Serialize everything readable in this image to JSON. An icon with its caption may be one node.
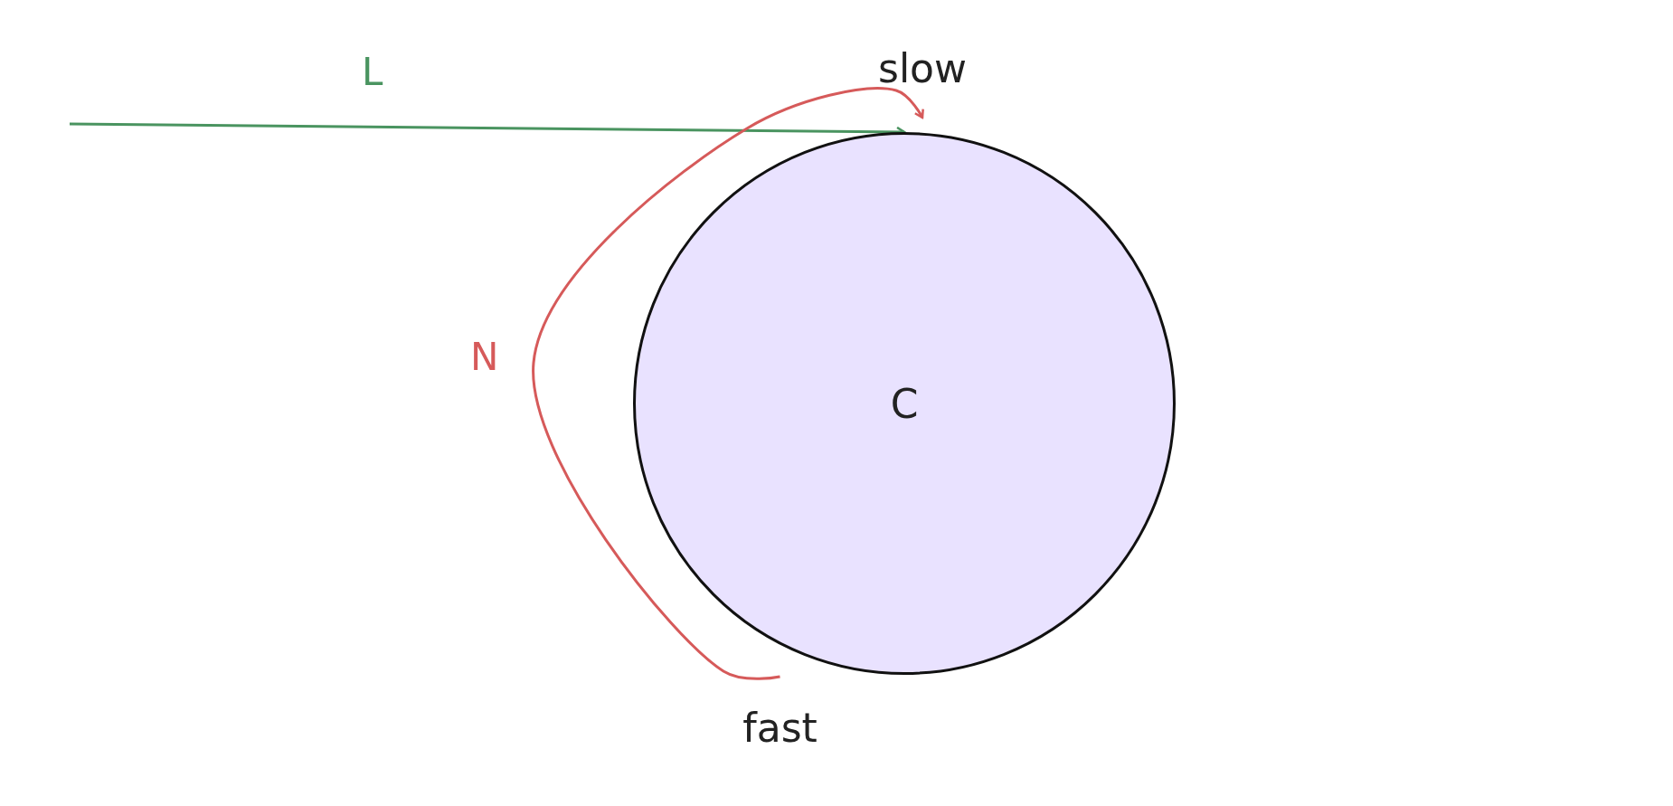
{
  "diagram": {
    "nodes": [
      {
        "text": [
          "C"
        ]
      },
      {
        "text": [
          "slow"
        ]
      },
      {
        "text": [
          "fast"
        ]
      }
    ],
    "edges": [
      {
        "from": null,
        "to": 0,
        "arrow": "to",
        "label": "L",
        "color": "#4a9460"
      },
      {
        "from": 2,
        "to": 1,
        "arrow": "to",
        "label": "N",
        "color": "#d65a5a"
      }
    ]
  }
}
